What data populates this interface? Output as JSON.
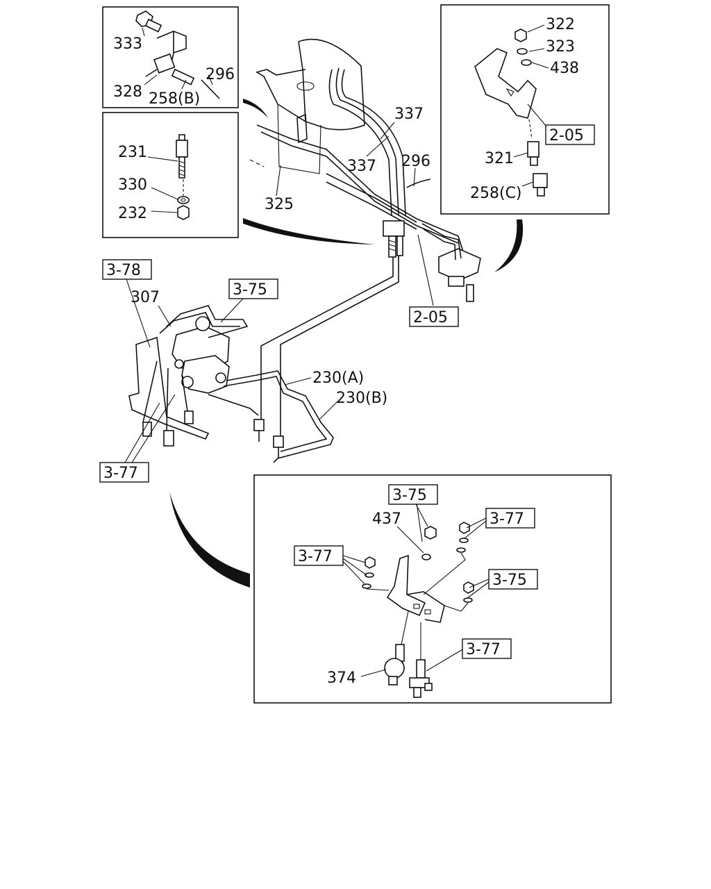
{
  "labels": {
    "p333": "333",
    "p328": "328",
    "p258b": "258(B)",
    "p296a": "296",
    "p231": "231",
    "p330": "330",
    "p232": "232",
    "p325": "325",
    "p337a": "337",
    "p337b": "337",
    "p296b": "296",
    "p322": "322",
    "p323": "323",
    "p438": "438",
    "p321": "321",
    "p258c": "258(C)",
    "p307": "307",
    "p230a": "230(A)",
    "p230b": "230(B)",
    "p437": "437",
    "p374": "374"
  },
  "refs": {
    "r205a": "2-05",
    "r205b": "2-05",
    "r378": "3-78",
    "r375a": "3-75",
    "r377a": "3-77",
    "r375b": "3-75",
    "r377b": "3-77",
    "r377c": "3-77",
    "r375c": "3-75",
    "r377d": "3-77"
  }
}
